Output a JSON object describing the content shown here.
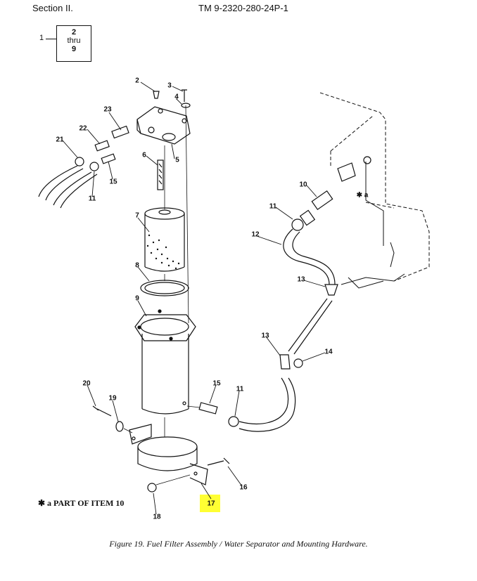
{
  "header": {
    "section": "Section II.",
    "manual": "TM 9-2320-280-24P-1"
  },
  "locator": {
    "ref": "1",
    "top": "2",
    "middle": "thru",
    "bottom": "9"
  },
  "callouts": [
    {
      "id": "c2",
      "label": "2"
    },
    {
      "id": "c3",
      "label": "3"
    },
    {
      "id": "c4",
      "label": "4"
    },
    {
      "id": "c23",
      "label": "23"
    },
    {
      "id": "c22",
      "label": "22"
    },
    {
      "id": "c21",
      "label": "21"
    },
    {
      "id": "c6",
      "label": "6"
    },
    {
      "id": "c5",
      "label": "5"
    },
    {
      "id": "c15a",
      "label": "15"
    },
    {
      "id": "c11a",
      "label": "11"
    },
    {
      "id": "c7",
      "label": "7"
    },
    {
      "id": "c8",
      "label": "8"
    },
    {
      "id": "c9",
      "label": "9"
    },
    {
      "id": "c10",
      "label": "10"
    },
    {
      "id": "c11b",
      "label": "11"
    },
    {
      "id": "c12",
      "label": "12"
    },
    {
      "id": "c13a",
      "label": "13"
    },
    {
      "id": "c13b",
      "label": "13"
    },
    {
      "id": "c14",
      "label": "14"
    },
    {
      "id": "c15b",
      "label": "15"
    },
    {
      "id": "c11c",
      "label": "11"
    },
    {
      "id": "c20",
      "label": "20"
    },
    {
      "id": "c19",
      "label": "19"
    },
    {
      "id": "c16",
      "label": "16"
    },
    {
      "id": "c17",
      "label": "17"
    },
    {
      "id": "c18",
      "label": "18"
    },
    {
      "id": "ca",
      "label": "✱ a"
    }
  ],
  "legend": "✱ a  PART OF ITEM 10",
  "caption": "Figure 19. Fuel Filter Assembly / Water Separator and Mounting Hardware.",
  "colors": {
    "highlight": "#ffff33",
    "ink": "#111111"
  }
}
